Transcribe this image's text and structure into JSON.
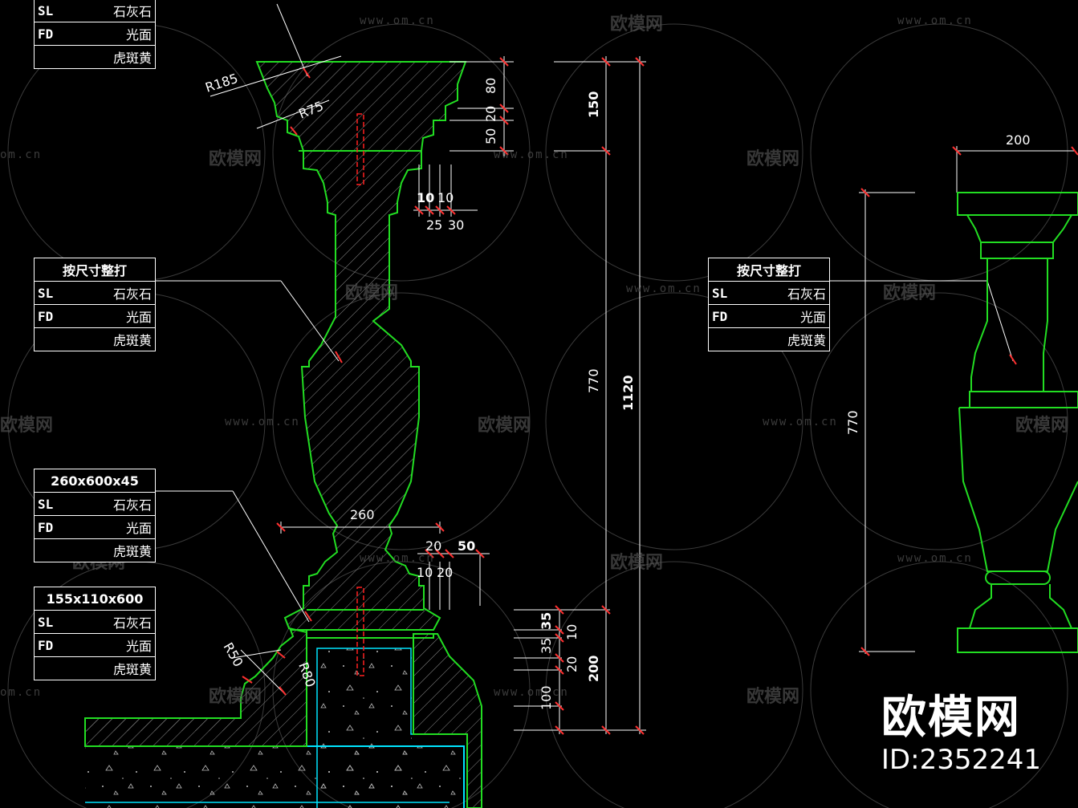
{
  "specs": {
    "a": {
      "rows": [
        {
          "label": "SL",
          "value": "石灰石"
        },
        {
          "label": "FD",
          "value": "光面"
        },
        {
          "label": "",
          "value": "虎斑黄"
        }
      ]
    },
    "b": {
      "title": "按尺寸整打",
      "rows": [
        {
          "label": "SL",
          "value": "石灰石"
        },
        {
          "label": "FD",
          "value": "光面"
        },
        {
          "label": "",
          "value": "虎斑黄"
        }
      ]
    },
    "c": {
      "title": "260x600x45",
      "rows": [
        {
          "label": "SL",
          "value": "石灰石"
        },
        {
          "label": "FD",
          "value": "光面"
        },
        {
          "label": "",
          "value": "虎斑黄"
        }
      ]
    },
    "d": {
      "title": "155x110x600",
      "rows": [
        {
          "label": "SL",
          "value": "石灰石"
        },
        {
          "label": "FD",
          "value": "光面"
        },
        {
          "label": "",
          "value": "虎斑黄"
        }
      ]
    },
    "e": {
      "title": "按尺寸整打",
      "rows": [
        {
          "label": "SL",
          "value": "石灰石"
        },
        {
          "label": "FD",
          "value": "光面"
        },
        {
          "label": "",
          "value": "虎斑黄"
        }
      ]
    }
  },
  "dims": {
    "r185": "R185",
    "r75": "R75",
    "r50": "R50",
    "r80": "R80",
    "d80": "80",
    "d20a": "20",
    "d50a": "50",
    "d150": "150",
    "d10a": "10",
    "d10b": "10",
    "d25": "25",
    "d30": "30",
    "d260": "260",
    "d20b": "20",
    "d50b": "50",
    "d10c": "10",
    "d20c": "20",
    "d770": "770",
    "d1120": "1120",
    "d35a": "35",
    "d10d": "10",
    "d35b": "35",
    "d20d": "20",
    "d200": "200",
    "d100": "100",
    "d200top": "200",
    "d770r": "770"
  },
  "watermark": {
    "text": "欧模网",
    "url": "www.om.cn",
    "url_partial": "om.cn",
    "text_partial": "欧模网"
  },
  "brand": {
    "name": "欧模网",
    "id": "ID:2352241"
  },
  "colors": {
    "outline": "#22dd22",
    "dimension": "#ffffff",
    "tick": "#ff3030",
    "cyan": "#00e5ff",
    "center_line": "#ff2020"
  }
}
